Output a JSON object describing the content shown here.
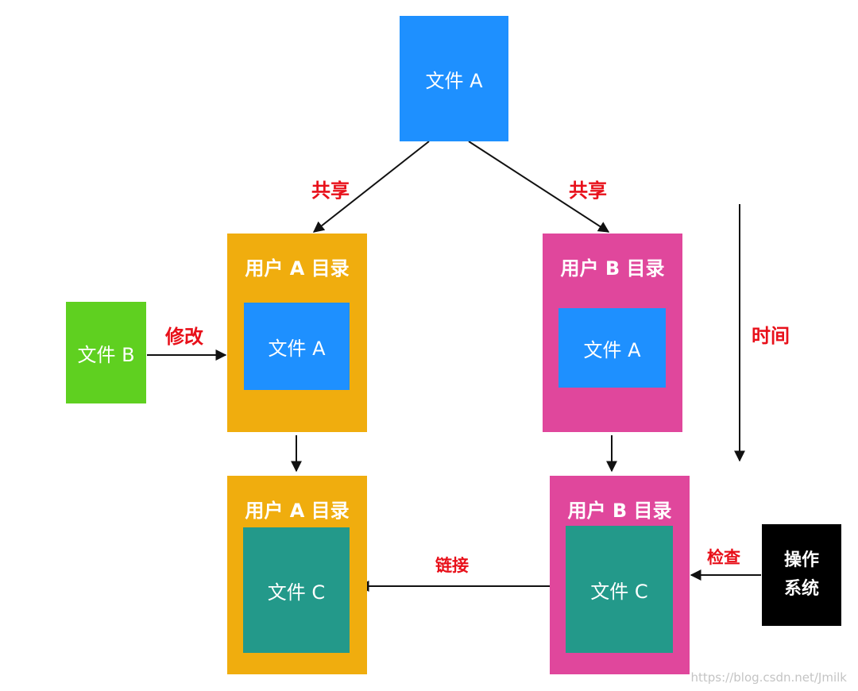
{
  "nodes": {
    "file_a_top": "文件 A",
    "user_a_dir_top": {
      "title": "用户 A 目录",
      "inner": "文件 A"
    },
    "user_b_dir_top": {
      "title": "用户 B 目录",
      "inner": "文件 A"
    },
    "file_b": "文件 B",
    "user_a_dir_bottom": {
      "title": "用户 A 目录",
      "inner": "文件 C"
    },
    "user_b_dir_bottom": {
      "title": "用户 B 目录",
      "inner": "文件 C"
    },
    "os": {
      "line1": "操作",
      "line2": "系统"
    }
  },
  "edge_labels": {
    "share_left": "共享",
    "share_right": "共享",
    "modify": "修改",
    "time": "时间",
    "link": "链接",
    "check": "检查"
  },
  "watermark": "https://blog.csdn.net/Jmilk",
  "colors": {
    "file_blue": "#1e90ff",
    "user_a_orange": "#f0ad0e",
    "user_b_pink": "#e0479c",
    "file_b_green": "#5fd020",
    "file_c_teal": "#23998a",
    "os_black": "#000000",
    "label_red": "#e8101a"
  }
}
